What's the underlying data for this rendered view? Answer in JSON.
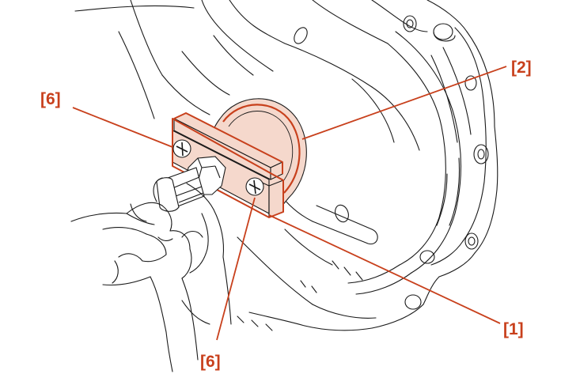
{
  "colors": {
    "callout": "#c8401c",
    "part_fill": "#f5d8cc",
    "line_art": "#1a1a1a",
    "background": "#ffffff"
  },
  "callouts": [
    {
      "id": "callout-1",
      "label": "[1]"
    },
    {
      "id": "callout-2",
      "label": "[2]"
    },
    {
      "id": "callout-6-top",
      "label": "[6]"
    },
    {
      "id": "callout-6-bottom",
      "label": "[6]"
    }
  ],
  "parts": {
    "flywheel_holder": "flywheel-holder-tool",
    "oil_seal": "oil-seal",
    "bolts": "mounting-bolts",
    "hands": "technician-hands",
    "housing": "engine-housing"
  }
}
